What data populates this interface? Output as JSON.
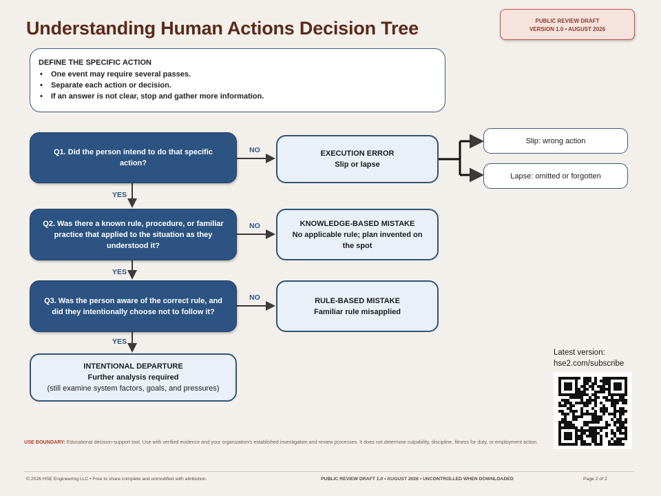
{
  "title": "Understanding Human Actions Decision Tree",
  "stamp": {
    "line1": "PUBLIC REVIEW DRAFT",
    "line2": "VERSION 1.0 • AUGUST 2026"
  },
  "define": {
    "heading": "DEFINE THE SPECIFIC ACTION",
    "bullets": [
      "One event may require several passes.",
      "Separate each action or decision.",
      "If an answer is not clear, stop and gather more information."
    ]
  },
  "questions": [
    "Q1. Did the person intend to do that specific action?",
    "Q2. Was there a known rule, procedure, or familiar practice that applied to the situation as they understood it?",
    "Q3. Was the person aware of the correct rule, and did they intentionally choose not to follow it?"
  ],
  "labels": {
    "no": "NO",
    "yes": "YES"
  },
  "outcomes": [
    {
      "title": "EXECUTION ERROR",
      "detail": "Slip or lapse"
    },
    {
      "title": "KNOWLEDGE-BASED MISTAKE",
      "detail": "No applicable rule; plan invented on the spot"
    },
    {
      "title": "RULE-BASED MISTAKE",
      "detail": "Familiar rule misapplied"
    }
  ],
  "leaves": [
    "Slip: wrong action",
    "Lapse: omitted or forgotten"
  ],
  "departure": {
    "title": "INTENTIONAL DEPARTURE",
    "line1": "Further analysis required",
    "line2": "(still examine system factors, goals, and pressures)"
  },
  "latest": {
    "line1": "Latest version:",
    "line2": "hse2.com/subscribe"
  },
  "boundary": {
    "label": "USE BOUNDARY:",
    "text": " Educational decision-support tool. Use with verified evidence and your organization's established investigation and review processes. It does not determine culpability, discipline, fitness for duty, or employment action."
  },
  "footer": {
    "left": "© 2026 HSE Engineering LLC • Free to share complete and unmodified with attribution.",
    "center": "PUBLIC REVIEW DRAFT 1.0 • AUGUST 2026 • UNCONTROLLED WHEN DOWNLOADED",
    "right": "Page 2 of 2"
  },
  "colors": {
    "question_fill": "#2c5382",
    "title": "#5a2a1a",
    "stamp_border": "#c0504d",
    "background": "#f3efea"
  }
}
